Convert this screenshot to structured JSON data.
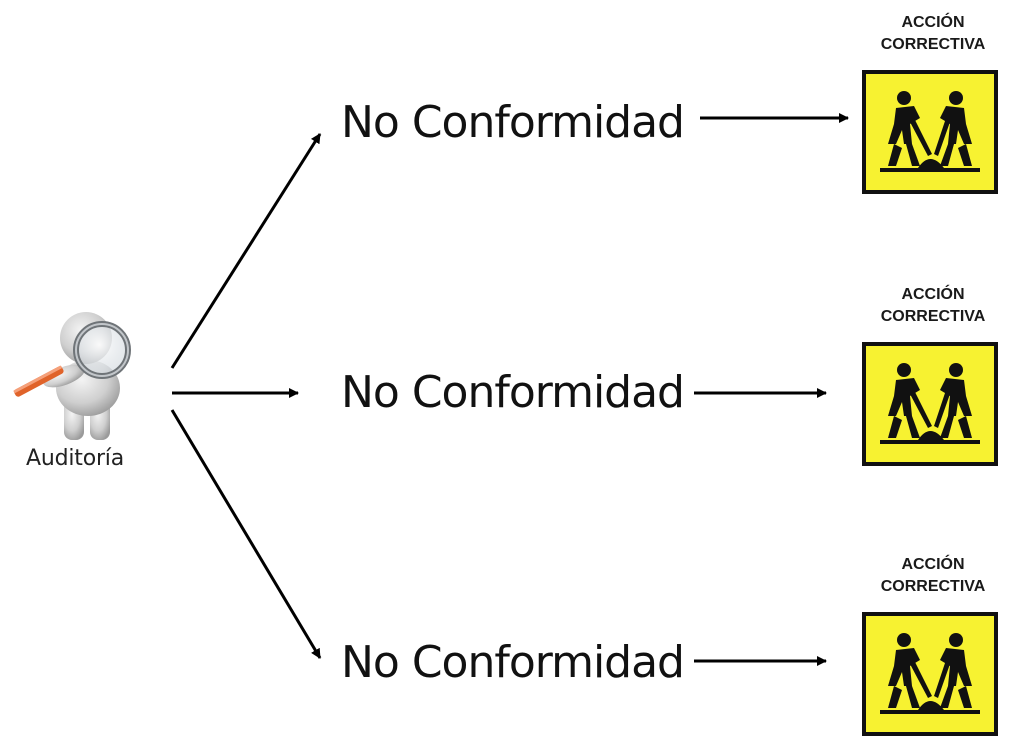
{
  "auditor": {
    "label": "Auditoría",
    "icon": "auditor-magnifier-icon"
  },
  "branches": [
    {
      "nonconformity": "No Conformidad",
      "action_title_line1": "ACCIÓN",
      "action_title_line2": "CORRECTIVA",
      "icon": "road-workers-sign-icon"
    },
    {
      "nonconformity": "No Conformidad",
      "action_title_line1": "ACCIÓN",
      "action_title_line2": "CORRECTIVA",
      "icon": "road-workers-sign-icon"
    },
    {
      "nonconformity": "No Conformidad",
      "action_title_line1": "ACCIÓN",
      "action_title_line2": "CORRECTIVA",
      "icon": "road-workers-sign-icon"
    }
  ],
  "colors": {
    "sign_fill": "#f7f231",
    "sign_border": "#111111",
    "arrow": "#000000",
    "magnifier_handle": "#e0632a"
  }
}
